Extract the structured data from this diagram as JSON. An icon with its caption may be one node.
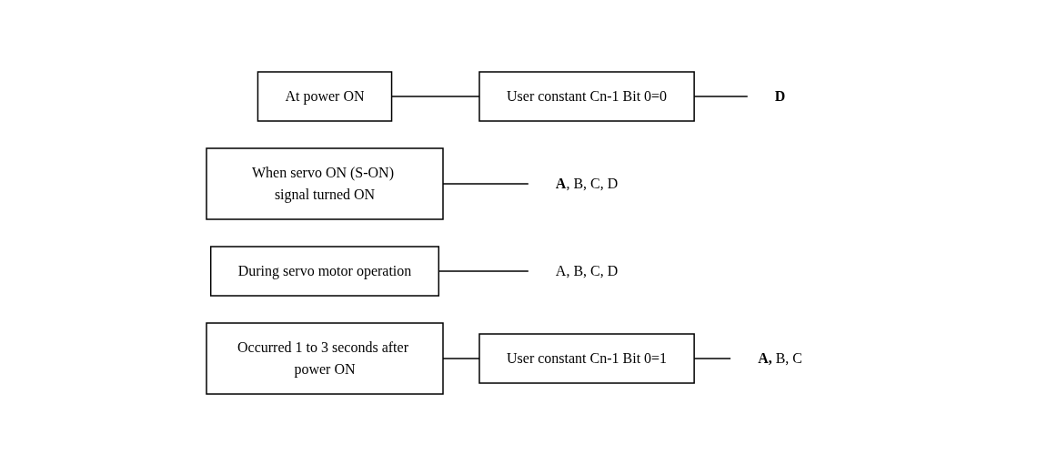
{
  "diagram": {
    "nodes": [
      {
        "text": [
          "At power ON"
        ]
      },
      {
        "text": [
          "User constant Cn-1 Bit 0=0"
        ]
      },
      {
        "text": [
          "D"
        ]
      },
      {
        "text": [
          "When servo ON (S-ON) signal turned ON"
        ]
      },
      {
        "text": [
          "**A**, B, C, D"
        ]
      },
      {
        "text": [
          "During servo motor operation"
        ]
      },
      {
        "text": [
          "A, B, C, D"
        ]
      },
      {
        "text": [
          "Occurred 1 to 3 seconds after power ON"
        ]
      },
      {
        "text": [
          "User constant Cn-1 Bit 0=1"
        ]
      },
      {
        "text": [
          "**A,** B, C"
        ]
      }
    ],
    "edges": [
      {
        "from": 0,
        "to": 1,
        "arrow": "none"
      },
      {
        "from": 1,
        "to": 2,
        "arrow": "none"
      },
      {
        "from": 3,
        "to": 4,
        "arrow": "none"
      },
      {
        "from": 5,
        "to": 6,
        "arrow": "none"
      },
      {
        "from": 7,
        "to": 8,
        "arrow": "none"
      },
      {
        "from": 8,
        "to": 9,
        "arrow": "none"
      }
    ]
  }
}
